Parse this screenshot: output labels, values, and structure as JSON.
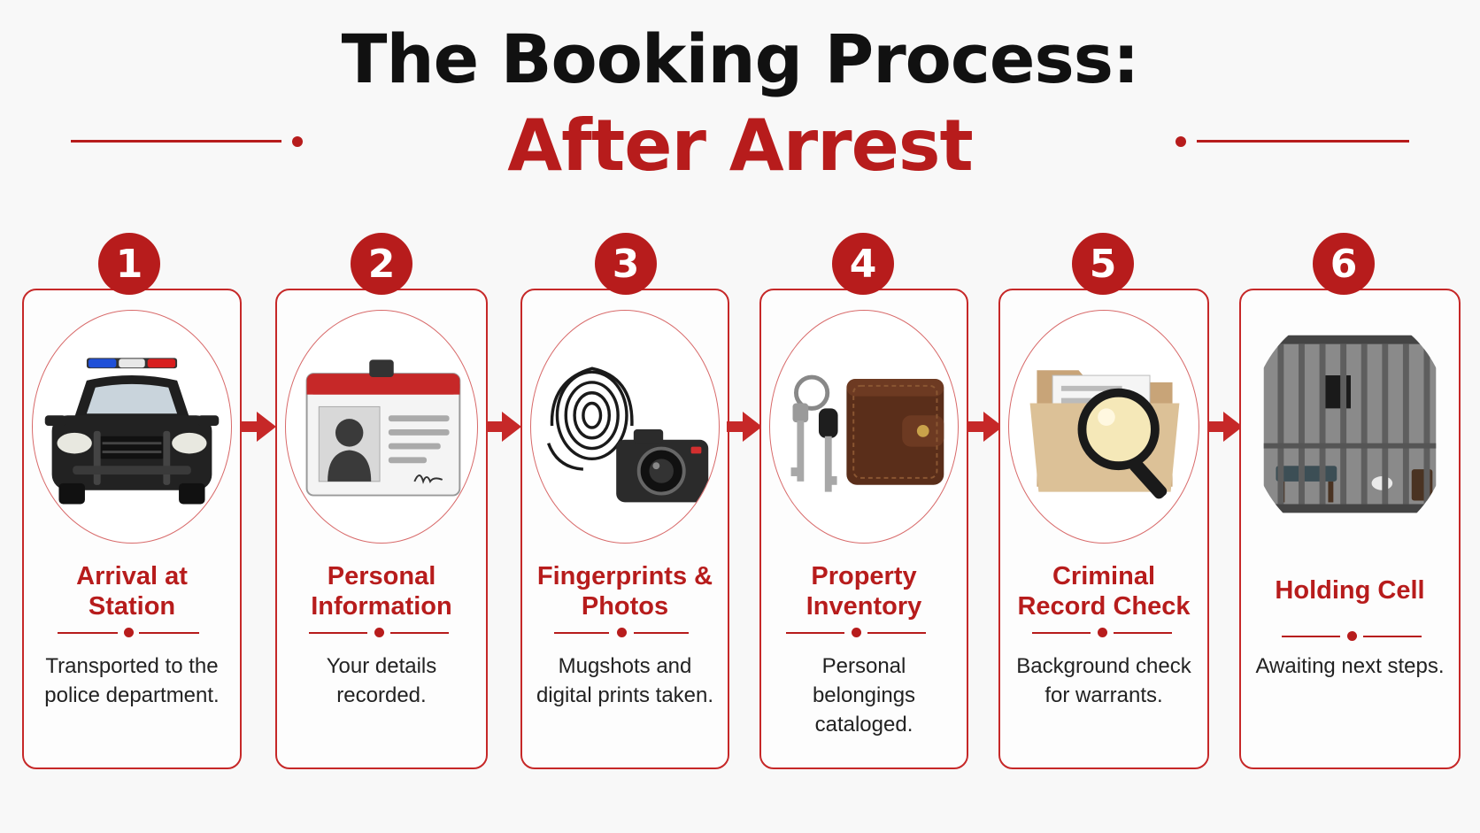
{
  "title": {
    "line1": "The Booking Process:",
    "line2": "After Arrest"
  },
  "colors": {
    "accent": "#b71c1c",
    "text": "#111111",
    "background": "#f8f8f8"
  },
  "steps": [
    {
      "number": "1",
      "title": "Arrival at Station",
      "description": "Transported to the police department.",
      "icon": "police-car-icon"
    },
    {
      "number": "2",
      "title": "Personal Information",
      "description": "Your details recorded.",
      "icon": "id-card-icon"
    },
    {
      "number": "3",
      "title": "Fingerprints & Photos",
      "description": "Mugshots and digital prints taken.",
      "icon": "fingerprint-camera-icon"
    },
    {
      "number": "4",
      "title": "Property Inventory",
      "description": "Personal belongings cataloged.",
      "icon": "keys-wallet-icon"
    },
    {
      "number": "5",
      "title": "Criminal Record Check",
      "description": "Background check for warrants.",
      "icon": "folder-magnifier-icon"
    },
    {
      "number": "6",
      "title": "Holding Cell",
      "description": "Awaiting next steps.",
      "icon": "jail-cell-icon"
    }
  ]
}
